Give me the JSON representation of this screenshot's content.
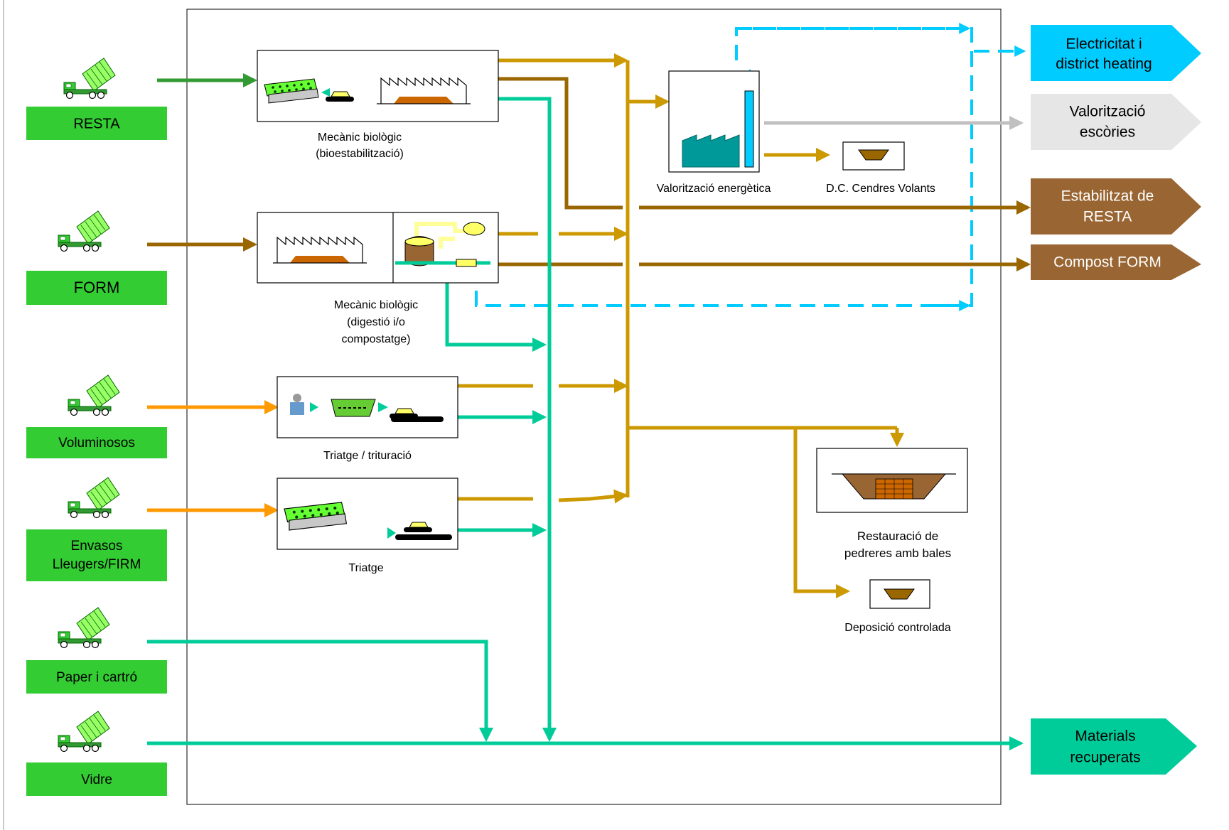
{
  "inputs": [
    {
      "label_lines": [
        "RESTA"
      ],
      "color": "#33cc33"
    },
    {
      "label_lines": [
        "FORM"
      ],
      "color": "#33cc33"
    },
    {
      "label_lines": [
        "Voluminosos"
      ],
      "color": "#33cc33"
    },
    {
      "label_lines": [
        "Envasos",
        "Lleugers/FIRM"
      ],
      "color": "#33cc33"
    },
    {
      "label_lines": [
        "Paper i cartró"
      ],
      "color": "#33cc33"
    },
    {
      "label_lines": [
        "Vidre"
      ],
      "color": "#33cc33"
    }
  ],
  "processes": {
    "mbt_bio": {
      "caption_lines": [
        "Mecànic biològic",
        "(bioestabilització)"
      ]
    },
    "mbt_dig": {
      "caption_lines": [
        "Mecànic biològic",
        "(digestió i/o",
        "compostatge)"
      ]
    },
    "sorting_crushing": {
      "caption_lines": [
        "Triatge / trituració"
      ]
    },
    "sorting": {
      "caption_lines": [
        "Triatge"
      ]
    },
    "energy": {
      "caption_lines": [
        "Valorització energètica"
      ]
    },
    "ash": {
      "caption_lines": [
        "D.C. Cendres Volants"
      ]
    },
    "quarry": {
      "caption_lines": [
        "Restauració de",
        "pedreres amb bales"
      ]
    },
    "landfill": {
      "caption_lines": [
        "Deposició controlada"
      ]
    }
  },
  "outputs": [
    {
      "label_lines": [
        "Electricitat i",
        "district heating"
      ],
      "color": "#00ccff",
      "text_color": "#000000"
    },
    {
      "label_lines": [
        "Valorització",
        "escòries"
      ],
      "color": "#e6e6e6",
      "text_color": "#000000"
    },
    {
      "label_lines": [
        "Estabilitzat de",
        "RESTA"
      ],
      "color": "#996633",
      "text_color": "#ffffff"
    },
    {
      "label_lines": [
        "Compost FORM"
      ],
      "color": "#996633",
      "text_color": "#ffffff"
    },
    {
      "label_lines": [
        "Materials",
        "recuperats"
      ],
      "color": "#00cc99",
      "text_color": "#000000"
    }
  ],
  "flow_colors": {
    "resta_input": "#339933",
    "form_input": "#996600",
    "bulky_input": "#ff9900",
    "rejects": "#cc9900",
    "stabilised": "#996600",
    "recovered": "#00cc99",
    "energy": "#00ccff",
    "slag": "#c0c0c0"
  }
}
